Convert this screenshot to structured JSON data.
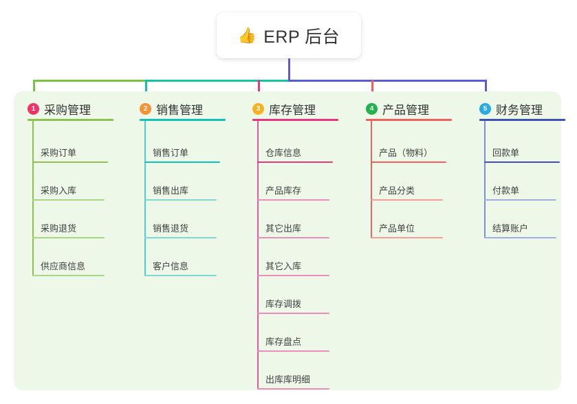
{
  "page": {
    "background": "#ffffff",
    "panel_color": "#eef8e9"
  },
  "root": {
    "emoji": "👍",
    "icon_name": "thumbs-up-icon",
    "title": "ERP 后台"
  },
  "connectors": {
    "trunk_color": "#5b5bd6",
    "segments": [
      {
        "name": "bar-green",
        "color": "#7ec242"
      },
      {
        "name": "bar-teal",
        "color": "#13c4ac"
      },
      {
        "name": "bar-blue",
        "color": "#5b5bd6"
      }
    ],
    "drops": [
      {
        "name": "drop-purchasing",
        "color": "#7ec242"
      },
      {
        "name": "drop-sales",
        "color": "#13c4ac"
      },
      {
        "name": "drop-inventory",
        "color": "#e8357f"
      },
      {
        "name": "drop-product",
        "color": "#f0605d"
      },
      {
        "name": "drop-finance",
        "color": "#5b5bd6"
      }
    ]
  },
  "columns": [
    {
      "index": "1",
      "title": "采购管理",
      "badge_color": "#f0336a",
      "rule_color": "#8cc152",
      "line_color": "#8cc152",
      "leaf_rule_color": "#a8d57f",
      "items": [
        "采购订单",
        "采购入库",
        "采购退货",
        "供应商信息"
      ]
    },
    {
      "index": "2",
      "title": "销售管理",
      "badge_color": "#f79131",
      "rule_color": "#12c2b4",
      "line_color": "#4ecfc4",
      "leaf_rule_color": "#7fd9d0",
      "items": [
        "销售订单",
        "销售出库",
        "销售退货",
        "客户信息"
      ]
    },
    {
      "index": "3",
      "title": "库存管理",
      "badge_color": "#f6b221",
      "rule_color": "#e8357f",
      "line_color": "#e05a96",
      "leaf_rule_color": "#eb8cba",
      "items": [
        "仓库信息",
        "产品库存",
        "其它出库",
        "其它入库",
        "库存调拨",
        "库存盘点",
        "出库库明细"
      ]
    },
    {
      "index": "4",
      "title": "产品管理",
      "badge_color": "#22b14c",
      "rule_color": "#f0605d",
      "line_color": "#f0605d",
      "leaf_rule_color": "#f59a97",
      "items": [
        "产品（物料）",
        "产品分类",
        "产品单位"
      ]
    },
    {
      "index": "5",
      "title": "财务管理",
      "badge_color": "#29abe2",
      "rule_color": "#3f51b5",
      "line_color": "#7b8fd4",
      "leaf_rule_color": "#9fb0e0",
      "items": [
        "回款单",
        "付款单",
        "结算账户"
      ]
    }
  ]
}
